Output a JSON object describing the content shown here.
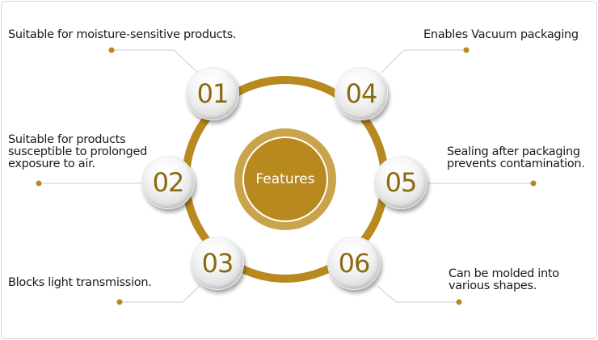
{
  "colors": {
    "accent": "#b8891e",
    "center_outer": "#c9a44a",
    "ring": "#b8891e",
    "badge_text": "#8a6a10",
    "connector": "#cccccc",
    "text": "#1a1a1a"
  },
  "center": {
    "label": "Features"
  },
  "features": [
    {
      "number": "01",
      "text": "Suitable for moisture-sensitive products."
    },
    {
      "number": "02",
      "text": "Suitable for products\nsusceptible to prolonged\nexposure to air."
    },
    {
      "number": "03",
      "text": "Blocks light transmission."
    },
    {
      "number": "04",
      "text": "Enables Vacuum packaging"
    },
    {
      "number": "05",
      "text": "Sealing after packaging\nprevents contamination."
    },
    {
      "number": "06",
      "text": "Can be molded into\nvarious shapes."
    }
  ]
}
